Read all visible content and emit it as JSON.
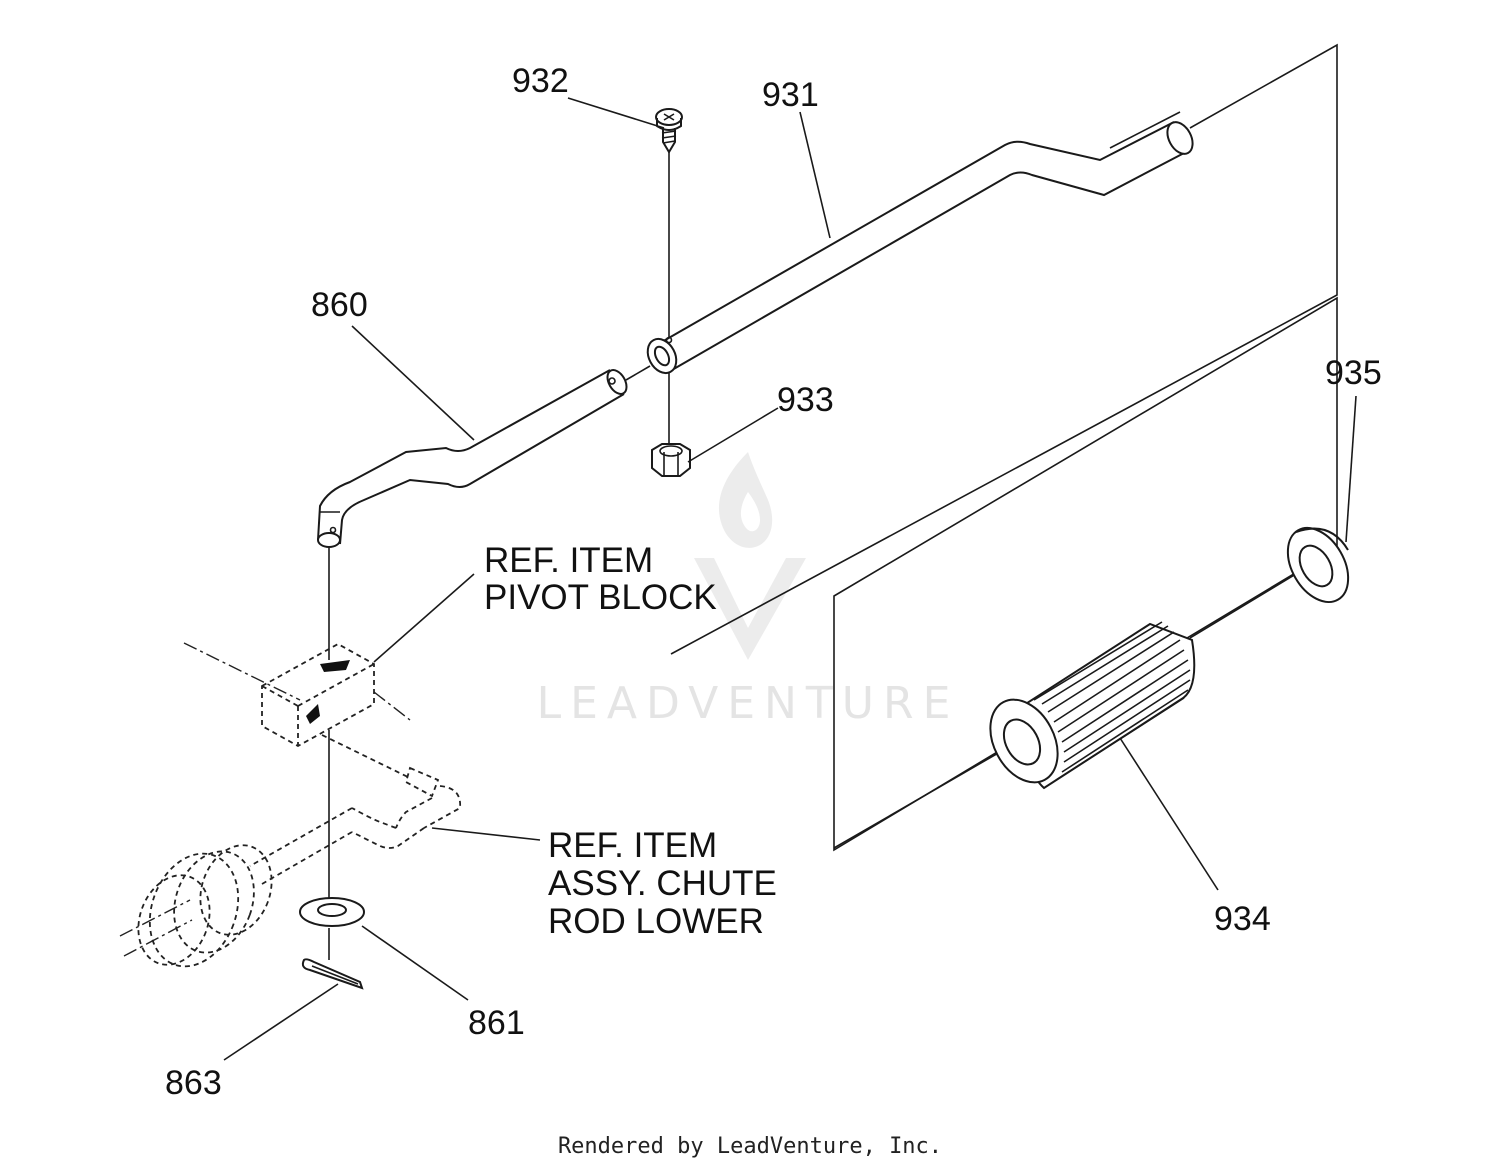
{
  "diagram": {
    "part_labels": {
      "p932": "932",
      "p931": "931",
      "p860": "860",
      "p933": "933",
      "p935": "935",
      "p934": "934",
      "p861": "861",
      "p863": "863"
    },
    "ref_pivot_block": {
      "line1": "REF. ITEM",
      "line2": "PIVOT BLOCK"
    },
    "ref_chute_rod": {
      "line1": "REF. ITEM",
      "line2": "ASSY. CHUTE",
      "line3": "ROD LOWER"
    },
    "watermark": "LEADVENTURE",
    "footer": "Rendered by LeadVenture, Inc."
  },
  "colors": {
    "line": "#1a1a1a",
    "background": "#ffffff",
    "watermark": "#e4e4e4"
  }
}
